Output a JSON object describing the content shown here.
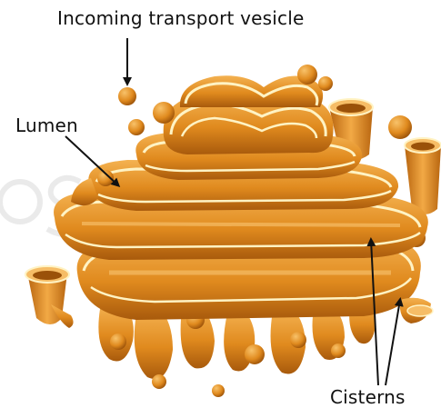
{
  "labels": {
    "incoming_vesicle": "Incoming transport vesicle",
    "lumen": "Lumen",
    "cisterns": "Cisterns"
  },
  "colors": {
    "organelle_fill": "#E08A1E",
    "organelle_light": "#F4B251",
    "organelle_dark": "#9A5109",
    "membrane_highlight": "#FFF3C4",
    "arrow": "#111111",
    "watermark": "#E6E6E6"
  }
}
